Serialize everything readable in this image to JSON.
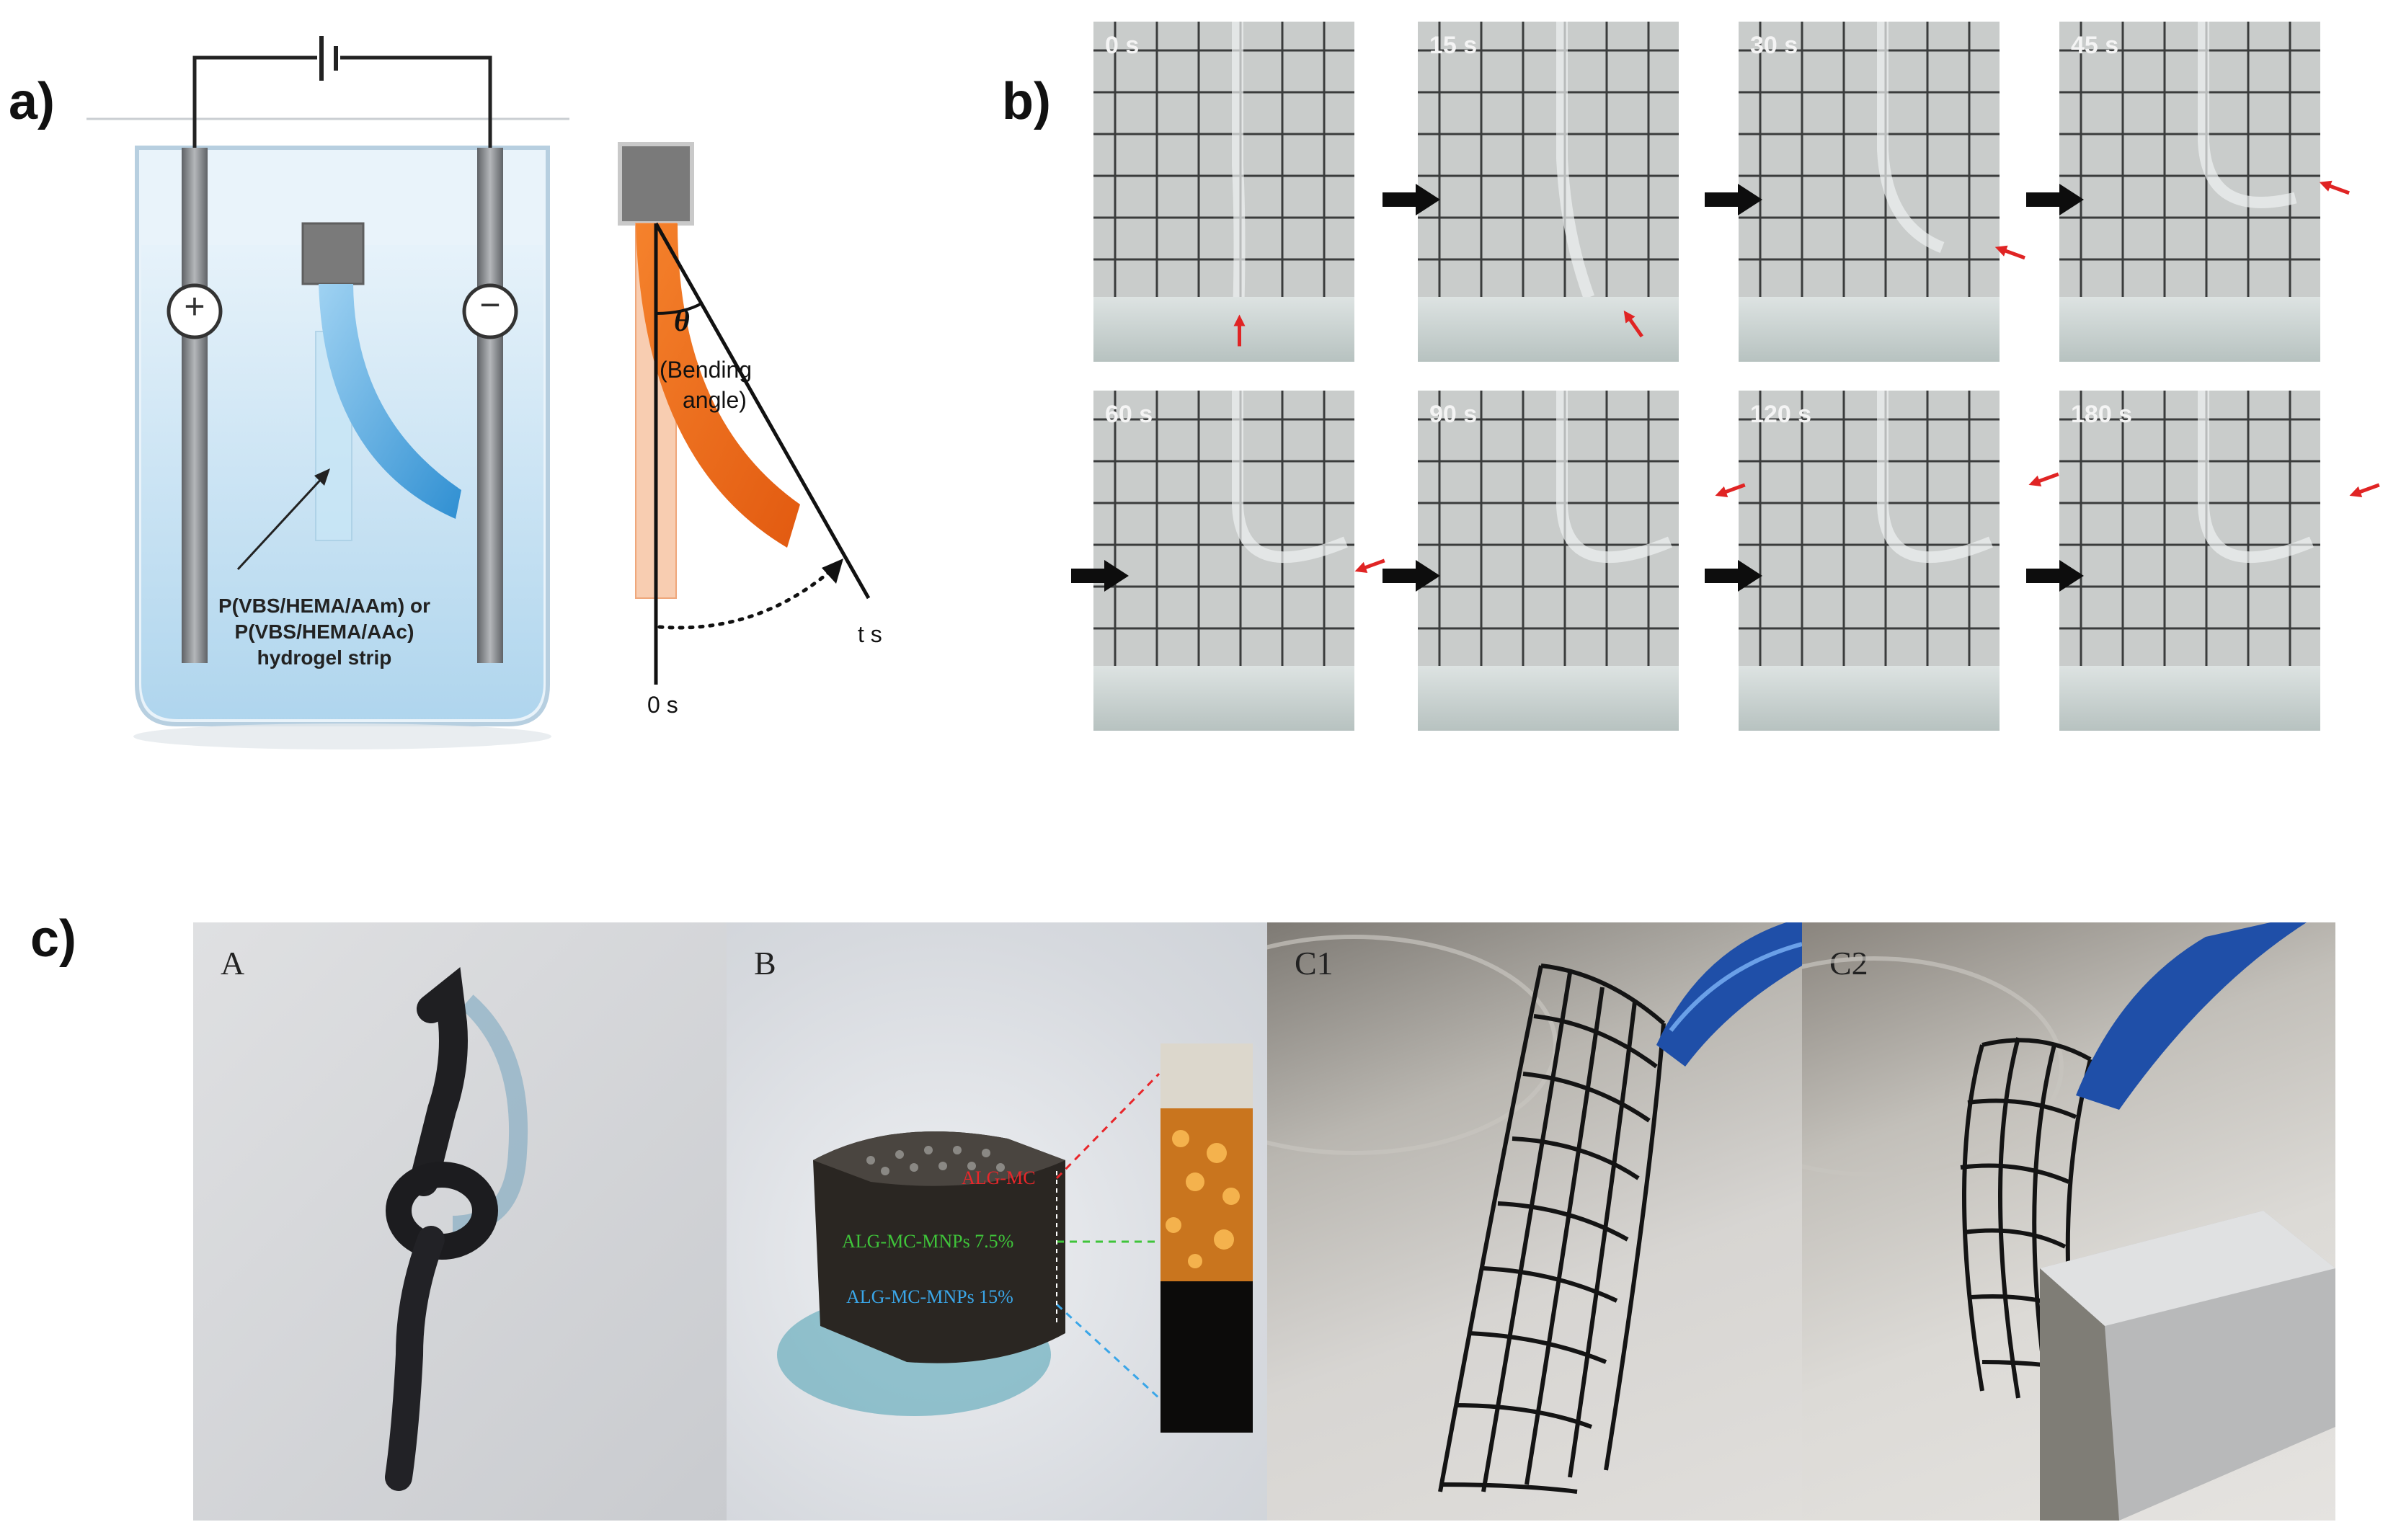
{
  "panels": {
    "a": {
      "letter": "a)"
    },
    "b": {
      "letter": "b)"
    },
    "c": {
      "letter": "c)"
    }
  },
  "panel_a": {
    "plus_symbol": "+",
    "minus_symbol": "−",
    "strip_caption_line1": "P(VBS/HEMA/AAm) or",
    "strip_caption_line2": "P(VBS/HEMA/AAc)",
    "strip_caption_line3": "hydrogel strip",
    "theta": "θ",
    "bending_line1": "(Bending",
    "bending_line2": "angle)",
    "t_start": "0 s",
    "t_end": "t s",
    "colors": {
      "beaker": "#bcdcf0",
      "strip": "#3b9bd8",
      "bent_strip": "#f26b1d",
      "orig_strip": "#f6c0a0",
      "clamp": "#7a7a7a"
    }
  },
  "panel_b": {
    "frames": [
      {
        "time": "0 s"
      },
      {
        "time": "15 s"
      },
      {
        "time": "30 s"
      },
      {
        "time": "45 s"
      },
      {
        "time": "60 s"
      },
      {
        "time": "90 s"
      },
      {
        "time": "120 s"
      },
      {
        "time": "180 s"
      }
    ]
  },
  "panel_c": {
    "photos": [
      {
        "label": "A"
      },
      {
        "label": "B"
      },
      {
        "label": "C1"
      },
      {
        "label": "C2"
      }
    ],
    "layers": [
      {
        "text": "ALG-MC",
        "color": "#e8262a"
      },
      {
        "text": "ALG-MC-MNPs 7.5%",
        "color": "#3fc43a"
      },
      {
        "text": "ALG-MC-MNPs 15%",
        "color": "#3aa6e8"
      }
    ]
  }
}
